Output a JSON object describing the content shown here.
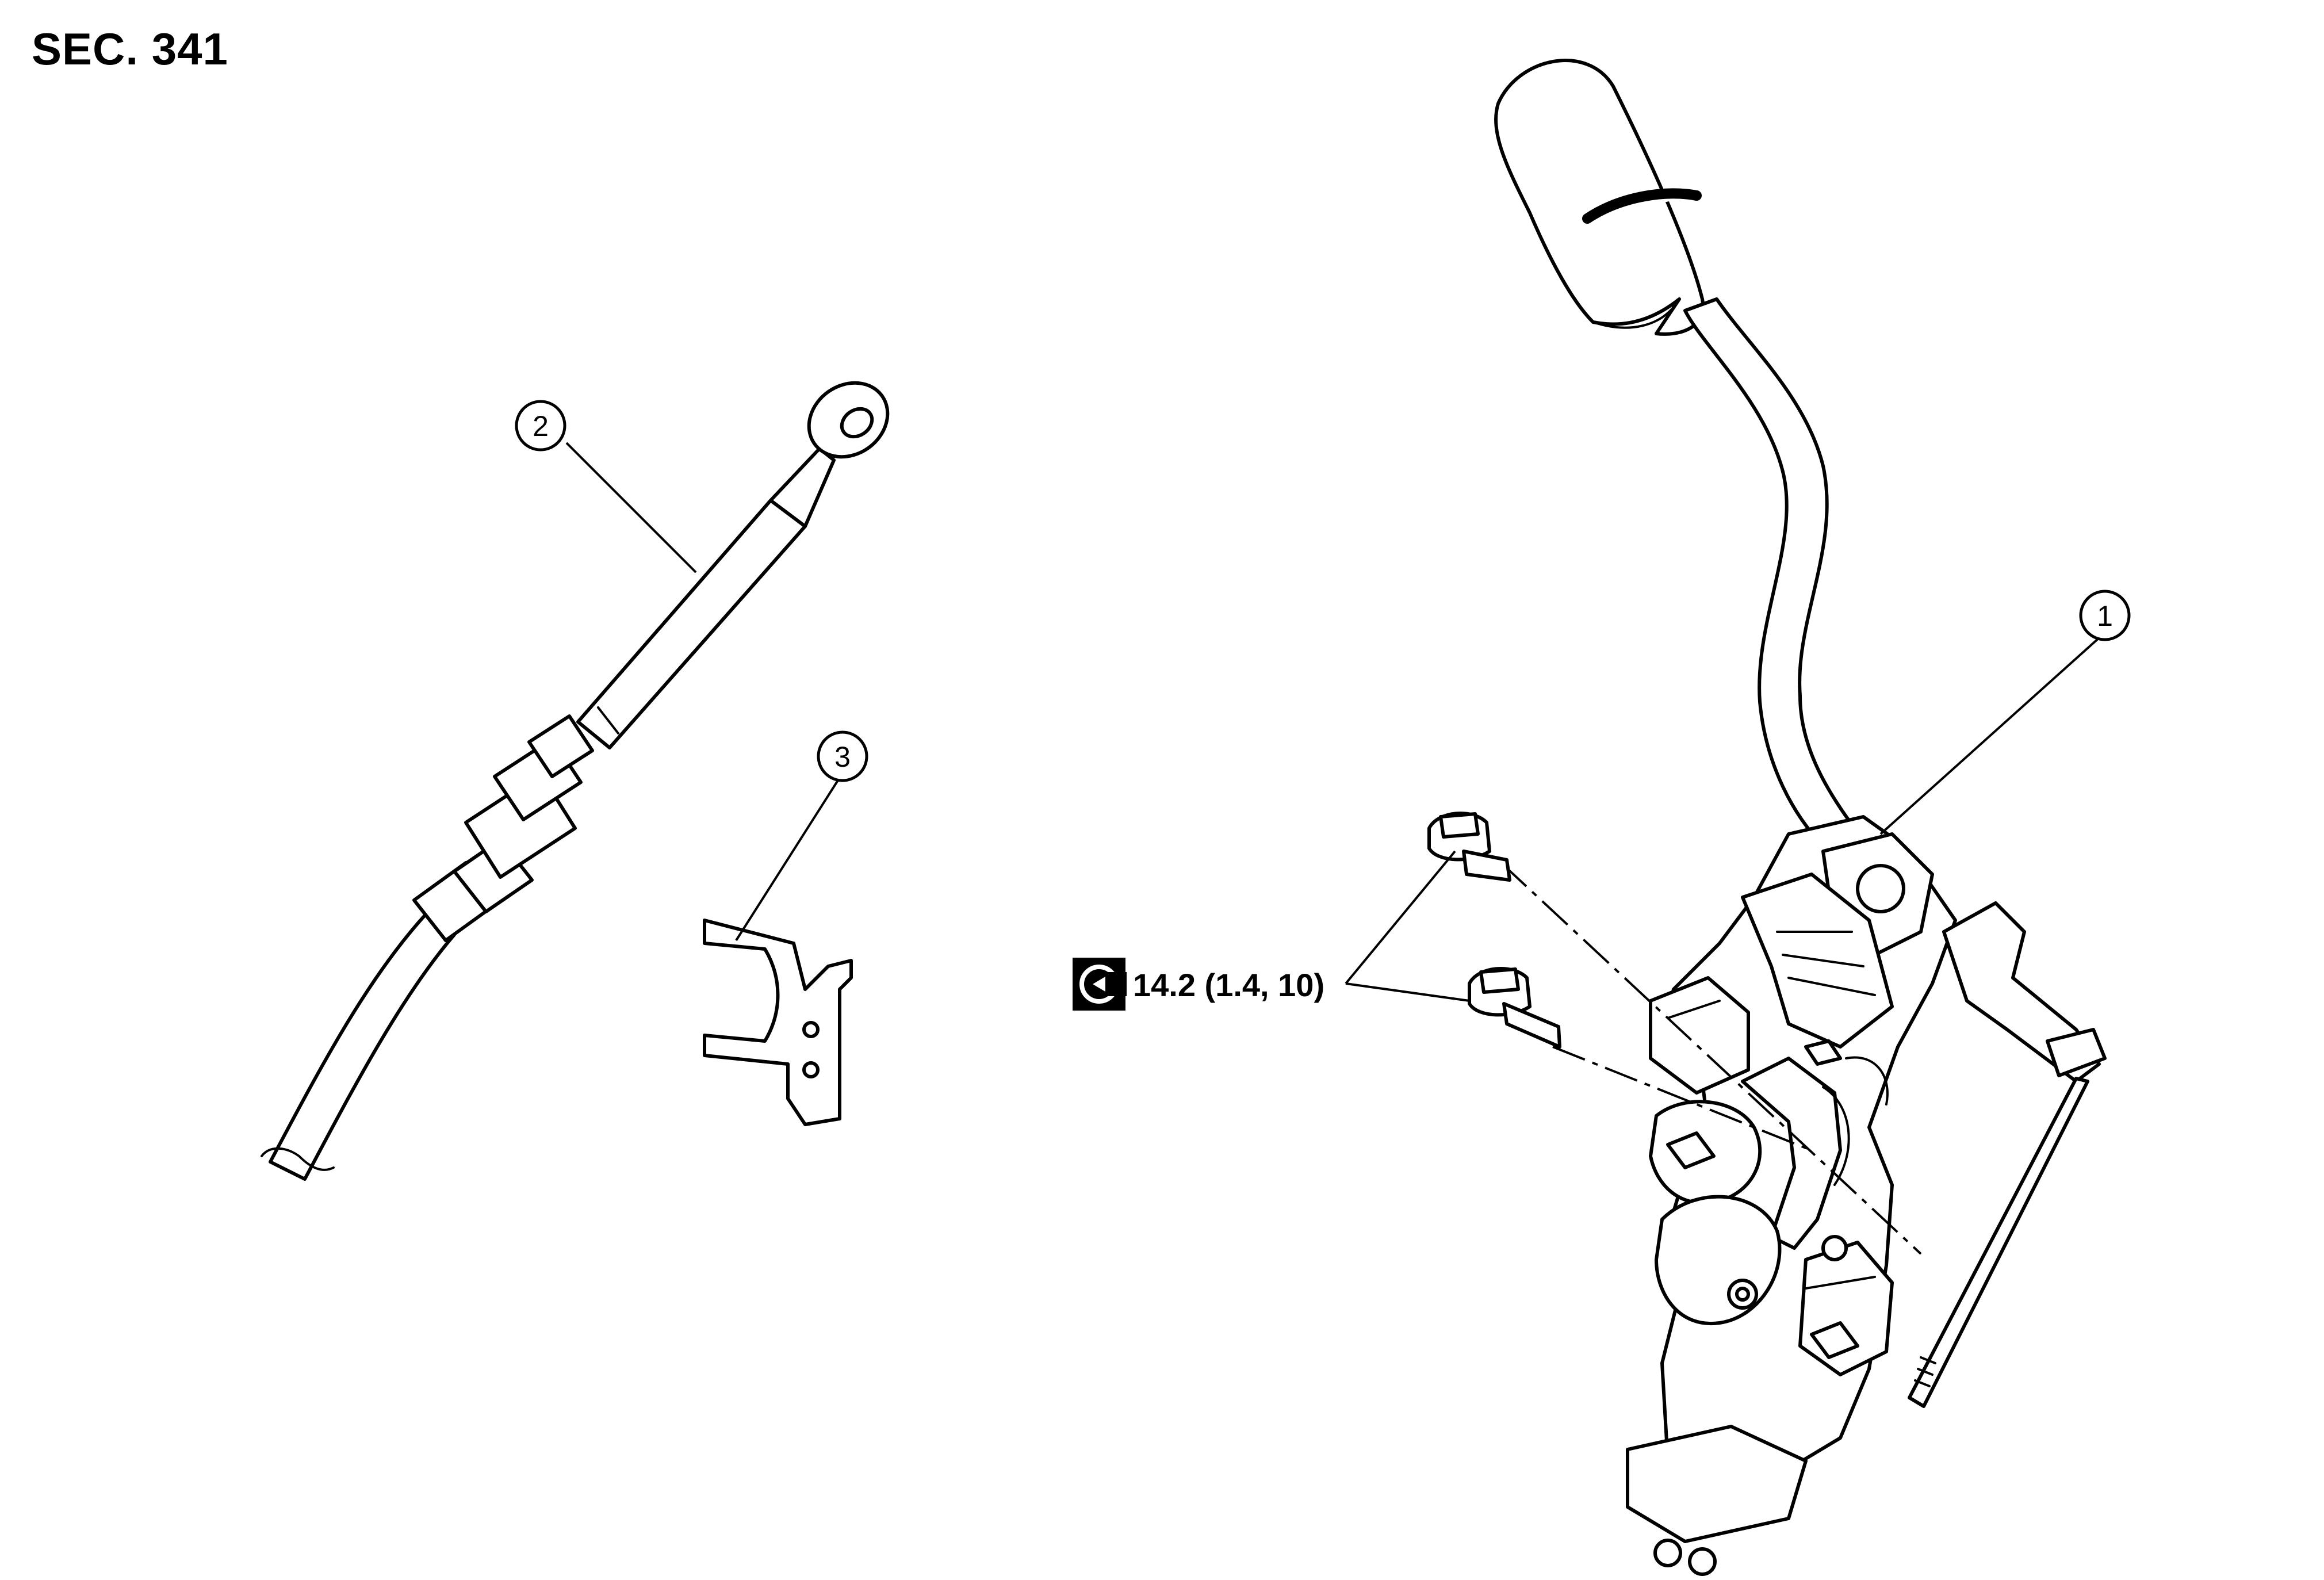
{
  "section": {
    "label": "SEC. 341"
  },
  "callouts": [
    {
      "id": "1",
      "text": "1"
    },
    {
      "id": "2",
      "text": "2"
    },
    {
      "id": "3",
      "text": "3"
    }
  ],
  "torque": {
    "icon": "torque-wrench-icon",
    "value": "14.2 (1.4, 10)"
  }
}
